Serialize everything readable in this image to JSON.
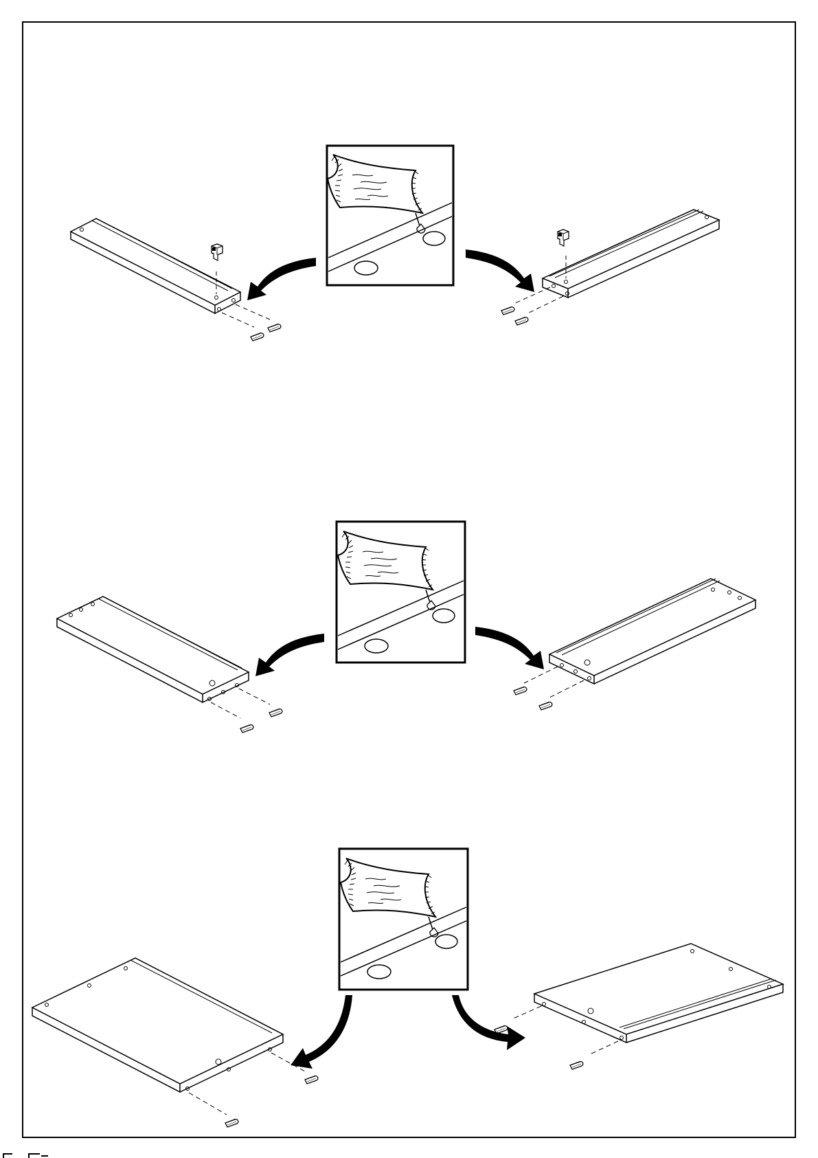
{
  "page": {
    "kind": "assembly-instruction-sheet",
    "text": []
  },
  "steps": [
    {
      "name": "step-1",
      "part": "narrow-rail-with-cam",
      "fasteners": [
        "cam-lock-icon",
        "wood-dowel-icon"
      ],
      "glue": true
    },
    {
      "name": "step-2",
      "part": "medium-rail",
      "fasteners": [
        "wood-dowel-icon"
      ],
      "glue": true
    },
    {
      "name": "step-3",
      "part": "wide-panel",
      "fasteners": [
        "wood-dowel-icon"
      ],
      "glue": true
    }
  ],
  "colors": {
    "line": "#000000",
    "background": "#ffffff"
  }
}
